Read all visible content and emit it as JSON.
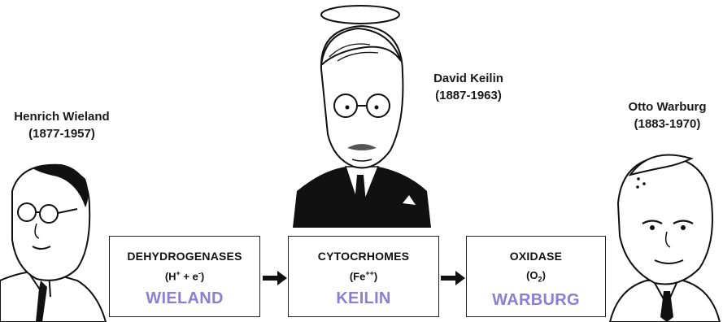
{
  "scientists": [
    {
      "id": "wieland",
      "name": "Henrich Wieland",
      "years": "(1877-1957)"
    },
    {
      "id": "keilin",
      "name": "David Keilin",
      "years": "(1887-1963)"
    },
    {
      "id": "warburg",
      "name": "Otto Warburg",
      "years": "(1883-1970)"
    }
  ],
  "steps": [
    {
      "title": "DEHYDROGENASES",
      "formula_open": "(H",
      "formula_sup1": "+",
      "formula_mid": " + e",
      "formula_sup2": "-",
      "formula_close": ")",
      "name": "WIELAND"
    },
    {
      "title": "CYTOCRHOMES",
      "formula_open": "(Fe",
      "formula_sup1": "++",
      "formula_close": ")",
      "name": "KEILIN"
    },
    {
      "title": "OXIDASE",
      "formula_open": "(O",
      "formula_sub": "2",
      "formula_close": ")",
      "name": "WARBURG"
    }
  ],
  "colors": {
    "name_accent": "#8a7fd0",
    "outline": "#222222"
  }
}
